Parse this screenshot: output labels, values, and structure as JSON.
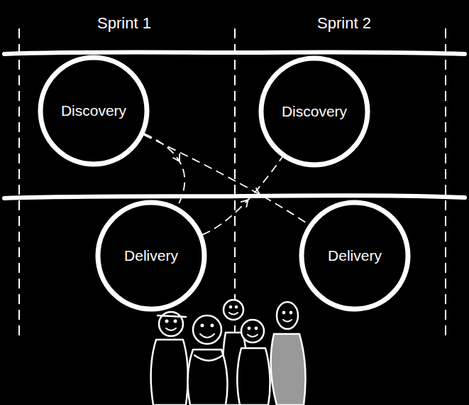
{
  "diagram": {
    "nodes": [
      {
        "text": [
          "Discovery"
        ]
      },
      {
        "text": [
          "Discovery"
        ]
      },
      {
        "text": [
          "Delivery"
        ]
      },
      {
        "text": [
          "Delivery"
        ]
      }
    ],
    "edges": [
      {
        "from": 0,
        "to": 2,
        "arrow": "to"
      },
      {
        "from": 0,
        "to": 3,
        "arrow": "to"
      },
      {
        "from": 2,
        "to": 1,
        "arrow": "to"
      }
    ],
    "labels": [
      "Sprint 1",
      "Sprint 2"
    ]
  }
}
